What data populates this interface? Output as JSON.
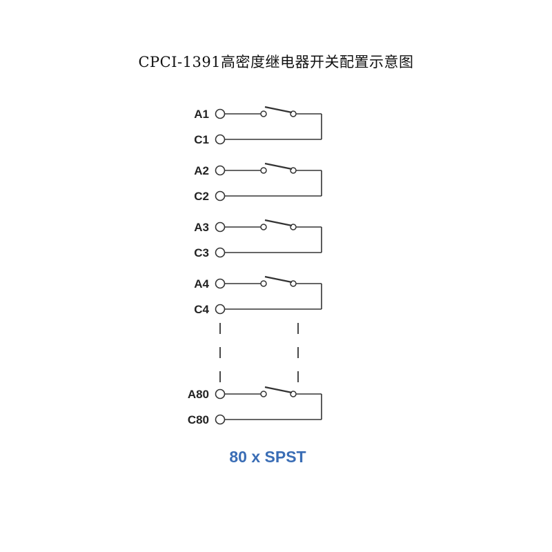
{
  "title": "CPCI-1391高密度继电器开关配置示意图",
  "caption": "80 x SPST",
  "channels": [
    {
      "a_label": "A1",
      "c_label": "C1"
    },
    {
      "a_label": "A2",
      "c_label": "C2"
    },
    {
      "a_label": "A3",
      "c_label": "C3"
    },
    {
      "a_label": "A4",
      "c_label": "C4"
    },
    {
      "a_label": "A80",
      "c_label": "C80"
    }
  ],
  "colors": {
    "line": "#333333",
    "caption": "#3a6db5"
  }
}
